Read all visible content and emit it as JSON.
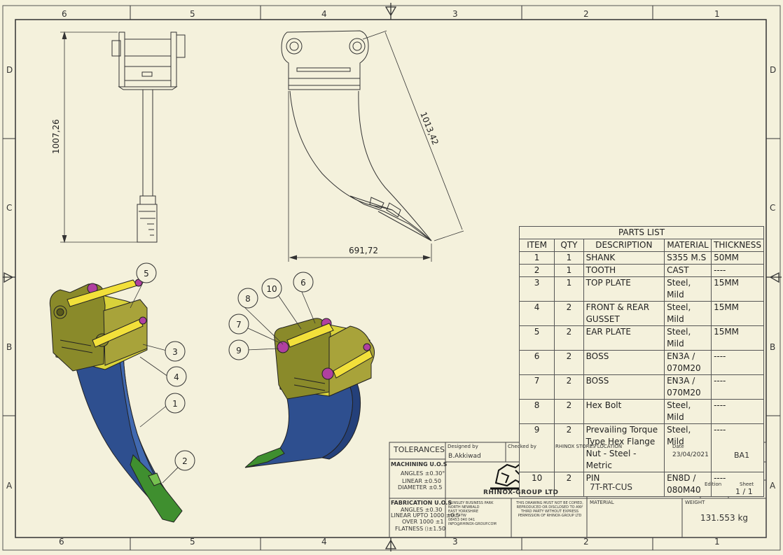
{
  "border": {
    "col_numbers": [
      "6",
      "5",
      "4",
      "3",
      "2",
      "1"
    ],
    "row_letters": [
      "D",
      "C",
      "B",
      "A"
    ]
  },
  "dimensions": {
    "height_side": "1007,26",
    "shank_length": "1013,42",
    "width_front": "691,72"
  },
  "balloons": [
    "5",
    "3",
    "4",
    "1",
    "2",
    "10",
    "6",
    "8",
    "7",
    "9"
  ],
  "parts_list": {
    "title": "PARTS LIST",
    "headers": [
      "ITEM",
      "QTY",
      "DESCRIPTION",
      "MATERIAL",
      "THICKNESS"
    ],
    "rows": [
      {
        "item": "1",
        "qty": "1",
        "desc": "SHANK",
        "material": "S355 M.S",
        "thickness": "50MM"
      },
      {
        "item": "2",
        "qty": "1",
        "desc": "TOOTH",
        "material": "CAST",
        "thickness": "----"
      },
      {
        "item": "3",
        "qty": "1",
        "desc": "TOP PLATE",
        "material": "Steel, Mild",
        "thickness": "15MM"
      },
      {
        "item": "4",
        "qty": "2",
        "desc": "FRONT & REAR GUSSET",
        "material": "Steel, Mild",
        "thickness": "15MM"
      },
      {
        "item": "5",
        "qty": "2",
        "desc": "EAR PLATE",
        "material": "Steel, Mild",
        "thickness": "15MM"
      },
      {
        "item": "6",
        "qty": "2",
        "desc": "BOSS",
        "material": "EN3A / 070M20",
        "thickness": "----"
      },
      {
        "item": "7",
        "qty": "2",
        "desc": "BOSS",
        "material": "EN3A / 070M20",
        "thickness": "----"
      },
      {
        "item": "8",
        "qty": "2",
        "desc": "Hex Bolt",
        "material": "Steel, Mild",
        "thickness": "----"
      },
      {
        "item": "9",
        "qty": "2",
        "desc": "Prevailing Torque Type Hex Flange Nut - Steel - Metric",
        "material": "Steel, Mild",
        "thickness": "----"
      },
      {
        "item": "10",
        "qty": "2",
        "desc": "PIN",
        "material": "EN8D / 080M40",
        "thickness": "----"
      }
    ]
  },
  "title_block": {
    "tolerances_label": "TOLERANCES",
    "machining_label": "MACHINING U.O.S",
    "machining_lines": [
      "ANGLES ±0.30°",
      "LINEAR ±0.50",
      "DIAMETER ±0.5"
    ],
    "fabrication_label": "FABRICATION U.O.S",
    "fabrication_lines": [
      "ANGLES ±0.30",
      "LINEAR UPTO 1000 ±0.5",
      "OVER 1000 ±1",
      "FLATNESS ⌷±1.50"
    ],
    "designed_by_label": "Designed by",
    "designed_by": "B.Akkiwad",
    "checked_by_label": "Checked by",
    "location": "RHINOX STORES LOCATION",
    "date_label": "Date",
    "date": "23/04/2021",
    "sheet_size": "BA1",
    "company": "RHINOX-GROUP LTD",
    "address_lines": [
      "HUNSLEY BUSINESS PARK",
      "NORTH NEWBALD",
      "EAST YORKSHIRE",
      "YO43 4TW",
      "08453 040 041",
      "INFO@RHINOX-GROUP.COM"
    ],
    "copyright_lines": [
      "THIS DRAWING MUST NOT BE COPIED,",
      "REPRODUCED OR DISCLOSED TO ANY",
      "THIRD PARTY WITHOUT EXPRESS",
      "PERMISSION OF RHINOX-GROUP LTD"
    ],
    "part_number": "7T-RT-CUS",
    "edition_label": "Edition",
    "sheet_label": "Sheet",
    "sheet": "1 / 1",
    "material_label": "MATERIAL",
    "weight_label": "WEIGHT",
    "weight": "131.553 kg"
  },
  "colors": {
    "paper": "#f4f1dc",
    "line": "#333333",
    "shank_blue": "#2e4f8f",
    "yellow": "#d9d23a",
    "olive": "#8a8a2a",
    "tooth_green": "#3f8f2f",
    "boss_magenta": "#b040a0"
  }
}
